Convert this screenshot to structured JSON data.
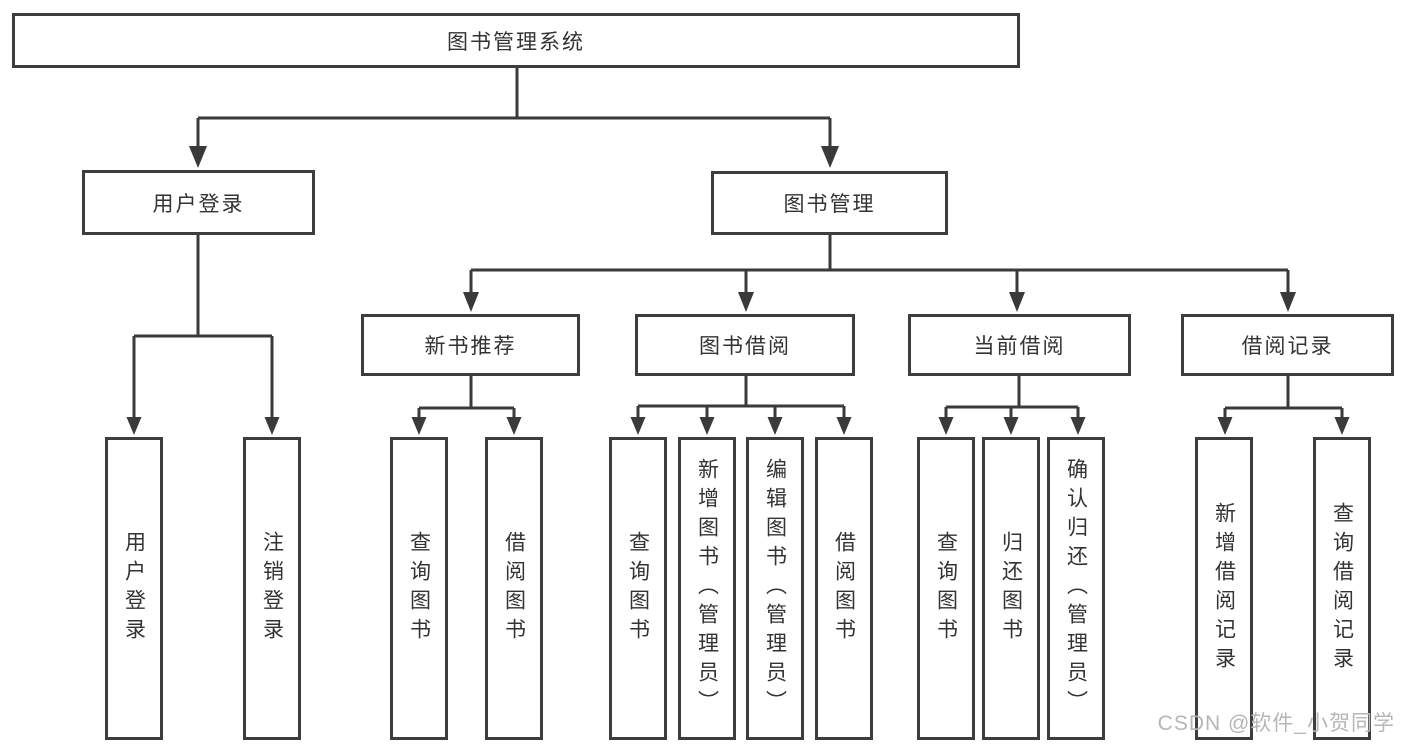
{
  "diagram_title": "图书管理系统",
  "nodes": {
    "root": "图书管理系统",
    "user_login": "用户登录",
    "book_mgmt": "图书管理",
    "new_book_rec": "新书推荐",
    "book_borrow": "图书借阅",
    "current_borrow": "当前借阅",
    "borrow_record": "借阅记录",
    "leaf_user_login": "用户登录",
    "leaf_logout": "注销登录",
    "leaf_nb_query": "查询图书",
    "leaf_nb_borrow": "借阅图书",
    "leaf_bb_query": "查询图书",
    "leaf_bb_add": "新增图书（管理员）",
    "leaf_bb_edit": "编辑图书（管理员）",
    "leaf_bb_borrow": "借阅图书",
    "leaf_cb_query": "查询图书",
    "leaf_cb_return": "归还图书",
    "leaf_cb_confirm": "确认归还（管理员）",
    "leaf_br_add": "新增借阅记录",
    "leaf_br_query": "查询借阅记录"
  },
  "hierarchy": {
    "图书管理系统": {
      "用户登录": [
        "用户登录",
        "注销登录"
      ],
      "图书管理": {
        "新书推荐": [
          "查询图书",
          "借阅图书"
        ],
        "图书借阅": [
          "查询图书",
          "新增图书（管理员）",
          "编辑图书（管理员）",
          "借阅图书"
        ],
        "当前借阅": [
          "查询图书",
          "归还图书",
          "确认归还（管理员）"
        ],
        "借阅记录": [
          "新增借阅记录",
          "查询借阅记录"
        ]
      }
    }
  },
  "watermark": "CSDN @软件_小贺同学",
  "colors": {
    "line": "#3a3a3a",
    "box_border": "#3d3d3d",
    "text": "#333333",
    "watermark": "#b6b6b6",
    "background": "#ffffff"
  }
}
